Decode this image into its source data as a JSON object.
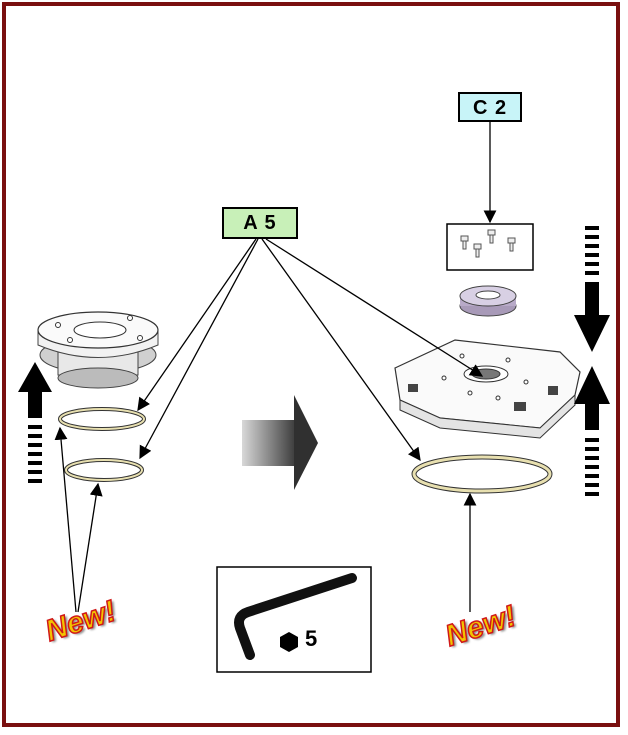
{
  "labels": {
    "a": "A 5",
    "c": "C 2"
  },
  "new_badges": {
    "left": "New!",
    "right": "New!"
  },
  "tool": {
    "hex_size": "5"
  },
  "colors": {
    "frame": "#7a1010",
    "label_a_bg": "#c8f0b8",
    "label_c_bg": "#c8f4f8",
    "new_fill": "#f2c400",
    "new_stroke": "#d01818",
    "ring": "#e8e0b0"
  },
  "icons": [
    "hex-key-icon",
    "hex-nut-icon",
    "arrow-up-icon",
    "arrow-down-icon",
    "arrow-right-icon"
  ]
}
